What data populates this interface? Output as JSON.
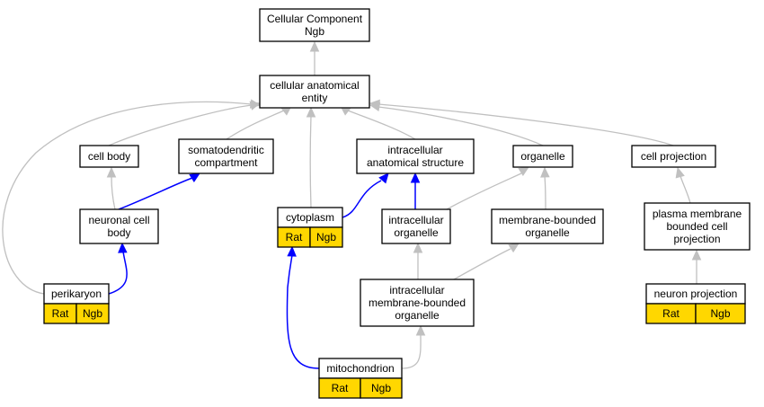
{
  "colors": {
    "gray_edge": "#c0c0c0",
    "blue_edge": "#0000ff",
    "tag_fill": "#ffd700",
    "node_border": "#000000"
  },
  "nodes": {
    "root": {
      "lines": [
        "Cellular Component",
        "Ngb"
      ]
    },
    "cae": {
      "lines": [
        "cellular anatomical",
        "entity"
      ]
    },
    "cellbody": {
      "lines": [
        "cell body"
      ]
    },
    "somato": {
      "lines": [
        "somatodendritic",
        "compartment"
      ]
    },
    "ias": {
      "lines": [
        "intracellular",
        "anatomical structure"
      ]
    },
    "organelle": {
      "lines": [
        "organelle"
      ]
    },
    "cellproj": {
      "lines": [
        "cell projection"
      ]
    },
    "ncb": {
      "lines": [
        "neuronal cell",
        "body"
      ]
    },
    "cytoplasm": {
      "lines": [
        "cytoplasm"
      ],
      "tags": [
        "Rat",
        "Ngb"
      ]
    },
    "intorg": {
      "lines": [
        "intracellular",
        "organelle"
      ]
    },
    "mbo": {
      "lines": [
        "membrane-bounded",
        "organelle"
      ]
    },
    "pmbcp": {
      "lines": [
        "plasma membrane",
        "bounded cell",
        "projection"
      ]
    },
    "perikaryon": {
      "lines": [
        "perikaryon"
      ],
      "tags": [
        "Rat",
        "Ngb"
      ]
    },
    "imbo": {
      "lines": [
        "intracellular",
        "membrane-bounded",
        "organelle"
      ]
    },
    "neuronproj": {
      "lines": [
        "neuron projection"
      ],
      "tags": [
        "Rat",
        "Ngb"
      ]
    },
    "mito": {
      "lines": [
        "mitochondrion"
      ],
      "tags": [
        "Rat",
        "Ngb"
      ]
    }
  },
  "edges": [
    {
      "from": "cae",
      "to": "root",
      "color": "gray"
    },
    {
      "from": "cellbody",
      "to": "cae",
      "color": "gray"
    },
    {
      "from": "somato",
      "to": "cae",
      "color": "gray"
    },
    {
      "from": "ias",
      "to": "cae",
      "color": "gray"
    },
    {
      "from": "organelle",
      "to": "cae",
      "color": "gray"
    },
    {
      "from": "cellproj",
      "to": "cae",
      "color": "gray"
    },
    {
      "from": "cytoplasm",
      "to": "cae",
      "color": "gray"
    },
    {
      "from": "perikaryon",
      "to": "cae",
      "color": "gray"
    },
    {
      "from": "ncb",
      "to": "cellbody",
      "color": "gray"
    },
    {
      "from": "ncb",
      "to": "somato",
      "color": "blue"
    },
    {
      "from": "cytoplasm",
      "to": "ias",
      "color": "blue"
    },
    {
      "from": "intorg",
      "to": "ias",
      "color": "blue"
    },
    {
      "from": "intorg",
      "to": "organelle",
      "color": "gray"
    },
    {
      "from": "mbo",
      "to": "organelle",
      "color": "gray"
    },
    {
      "from": "pmbcp",
      "to": "cellproj",
      "color": "gray"
    },
    {
      "from": "perikaryon",
      "to": "ncb",
      "color": "blue"
    },
    {
      "from": "imbo",
      "to": "intorg",
      "color": "gray"
    },
    {
      "from": "imbo",
      "to": "mbo",
      "color": "gray"
    },
    {
      "from": "neuronproj",
      "to": "pmbcp",
      "color": "gray"
    },
    {
      "from": "mito",
      "to": "cytoplasm",
      "color": "blue"
    },
    {
      "from": "mito",
      "to": "imbo",
      "color": "gray"
    }
  ]
}
